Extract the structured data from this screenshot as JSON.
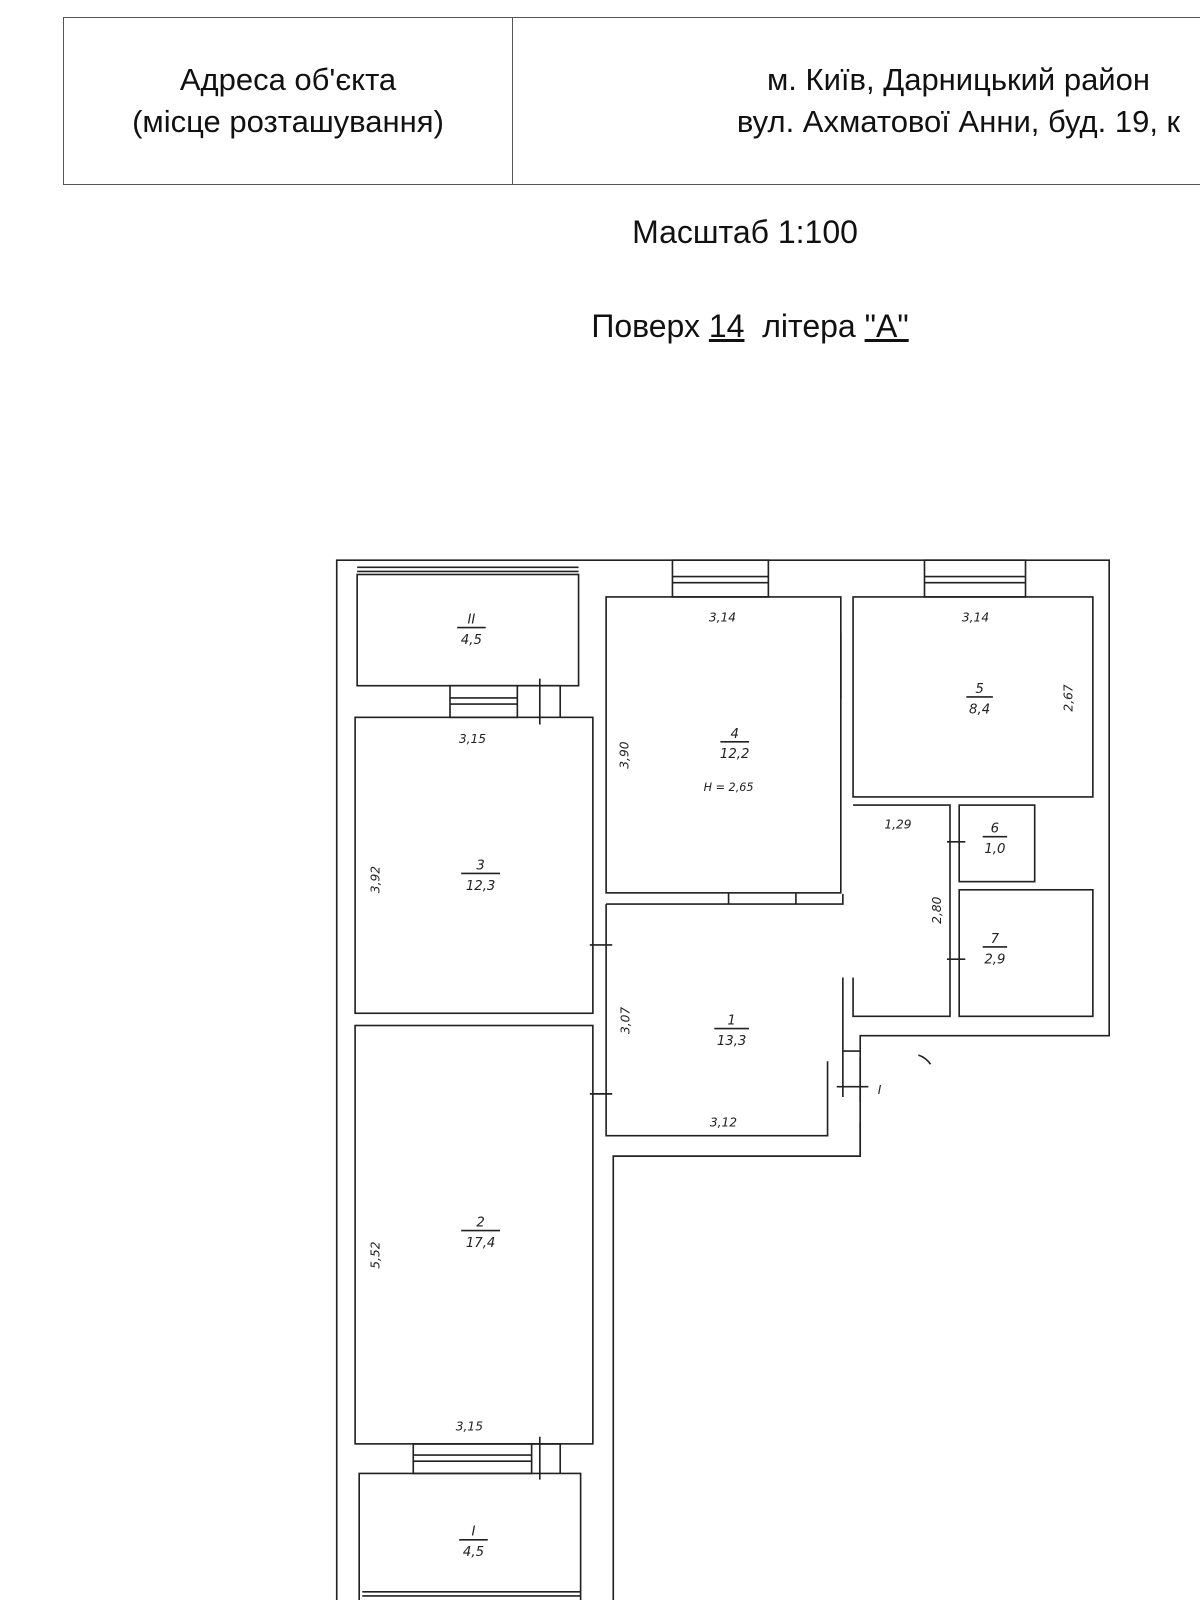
{
  "header": {
    "label_line1": "Адреса об'єкта",
    "label_line2": "(місце розташування)",
    "address_line1": "м. Київ, Дарницький район",
    "address_line2": "вул. Ахматової Анни, буд. 19, к"
  },
  "scale": "Масштаб 1:100",
  "floor": {
    "prefix": "Поверх",
    "number": "14",
    "letter_prefix": "літера",
    "letter": "\"А\""
  },
  "rooms": [
    {
      "id": "II",
      "area": "4,5"
    },
    {
      "id": "3",
      "area": "12,3"
    },
    {
      "id": "2",
      "area": "17,4"
    },
    {
      "id": "I",
      "area": "4,5"
    },
    {
      "id": "4",
      "area": "12,2",
      "height": "H = 2,65"
    },
    {
      "id": "5",
      "area": "8,4"
    },
    {
      "id": "6",
      "area": "1,0"
    },
    {
      "id": "7",
      "area": "2,9"
    },
    {
      "id": "1",
      "area": "13,3"
    }
  ],
  "dimensions": {
    "r3_width": "3,15",
    "r3_length": "3,92",
    "r2_width": "3,15",
    "r2_length": "5,52",
    "r4_width": "3,14",
    "r4_length": "3,90",
    "r5_width": "3,14",
    "r5_length": "2,67",
    "corr_width": "1,29",
    "corr_length": "2,80",
    "r1_width": "3,12",
    "r1_length": "3,07"
  },
  "entrance_mark": "I"
}
